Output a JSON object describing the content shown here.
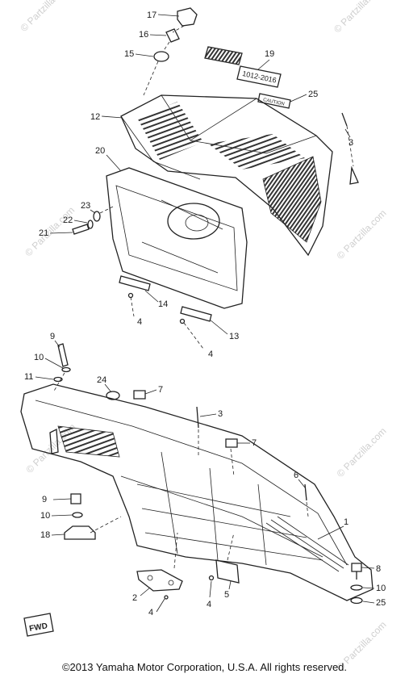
{
  "watermark": "© Partzilla.com",
  "copyright": "©2013 Yamaha Motor Corporation, U.S.A. All rights reserved.",
  "upper_assembly": {
    "callouts": [
      "17",
      "16",
      "15",
      "19",
      "25",
      "12",
      "3",
      "20",
      "23",
      "22",
      "21",
      "14",
      "4",
      "13",
      "4"
    ],
    "label_plate_text": "1012-2016",
    "small_plate_text": "CAUTION"
  },
  "lower_assembly": {
    "callouts": [
      "9",
      "10",
      "11",
      "24",
      "7",
      "3",
      "7",
      "6",
      "1",
      "9",
      "10",
      "18",
      "2",
      "4",
      "4",
      "5",
      "8",
      "10",
      "25"
    ],
    "fwd_mark": "FWD"
  }
}
